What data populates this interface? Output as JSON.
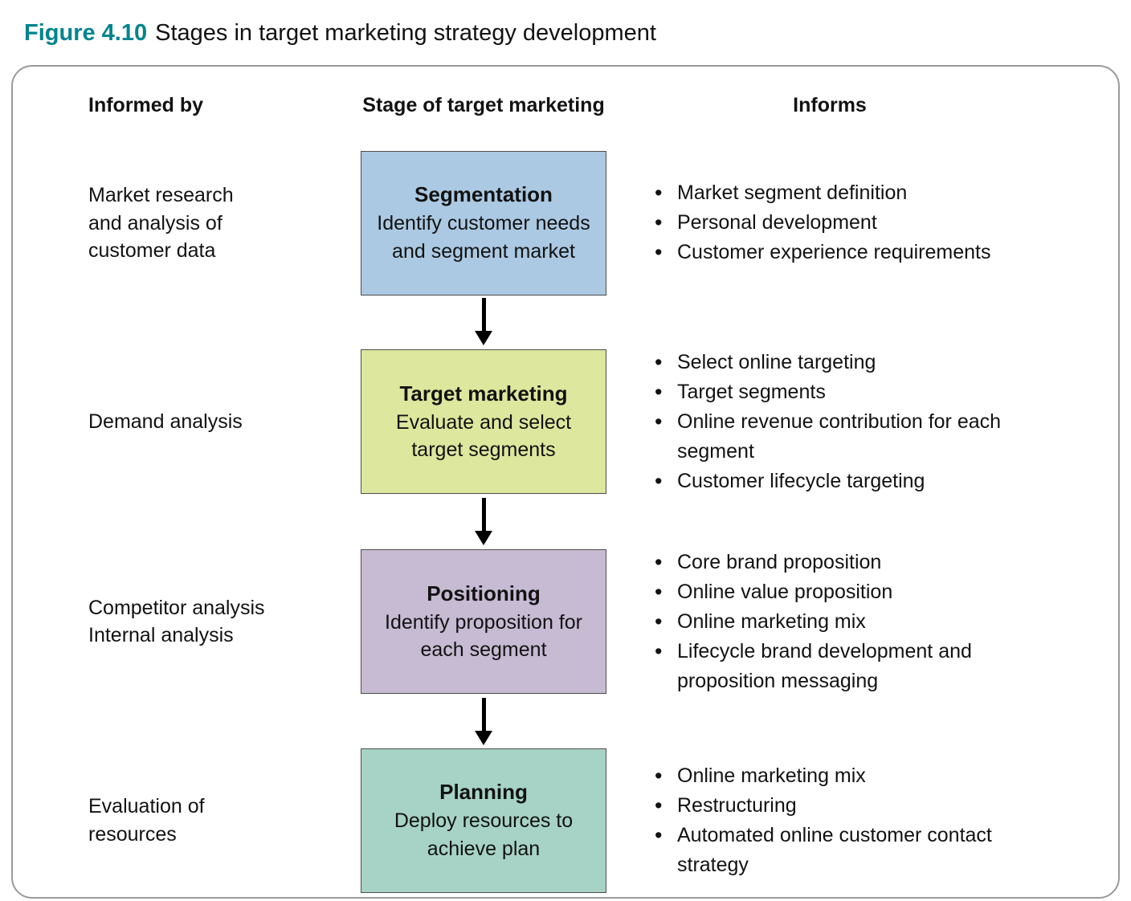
{
  "figure": {
    "label": "Figure 4.10",
    "title": "Stages in target marketing strategy development",
    "accent_color": "#00848e"
  },
  "headers": {
    "informed_by": "Informed by",
    "stage": "Stage of target marketing",
    "informs": "Informs"
  },
  "stages": [
    {
      "name": "Segmentation",
      "description": "Identify customer needs and segment market",
      "color": "#abc9e2",
      "informed_by": [
        "Market research",
        "and analysis of",
        "customer data"
      ],
      "informs": [
        "Market segment definition",
        "Personal development",
        "Customer experience requirements"
      ]
    },
    {
      "name": "Target marketing",
      "description": "Evaluate and select target segments",
      "color": "#dde79d",
      "informed_by": [
        "Demand analysis"
      ],
      "informs": [
        "Select online targeting",
        "Target segments",
        "Online revenue contribution for each segment",
        "Customer lifecycle targeting"
      ]
    },
    {
      "name": "Positioning",
      "description": "Identify proposition for each segment",
      "color": "#c7bad3",
      "informed_by": [
        "Competitor analysis",
        "Internal analysis"
      ],
      "informs": [
        "Core brand proposition",
        "Online value proposition",
        "Online marketing mix",
        "Lifecycle brand development and proposition messaging"
      ]
    },
    {
      "name": "Planning",
      "description": "Deploy resources to achieve plan",
      "color": "#a6d3c5",
      "informed_by": [
        "Evaluation of",
        "resources"
      ],
      "informs": [
        "Online marketing mix",
        "Restructuring",
        "Automated online customer contact strategy"
      ]
    }
  ]
}
